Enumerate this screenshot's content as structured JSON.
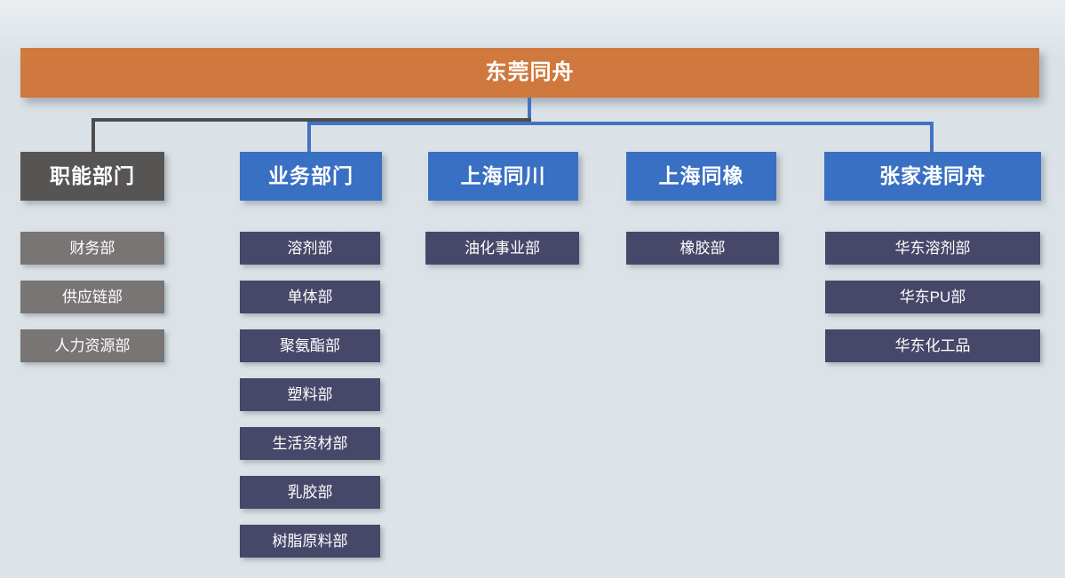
{
  "root": {
    "label": "东莞同舟"
  },
  "branches": [
    {
      "label": "职能部门",
      "theme": "gray",
      "children": [
        "财务部",
        "供应链部",
        "人力资源部"
      ]
    },
    {
      "label": "业务部门",
      "theme": "blue",
      "children": [
        "溶剂部",
        "单体部",
        "聚氨酯部",
        "塑料部",
        "生活资材部",
        "乳胶部",
        "树脂原料部"
      ]
    },
    {
      "label": "上海同川",
      "theme": "blue",
      "children": [
        "油化事业部"
      ]
    },
    {
      "label": "上海同橡",
      "theme": "blue",
      "children": [
        "橡胶部"
      ]
    },
    {
      "label": "张家港同舟",
      "theme": "blue",
      "children": [
        "华东溶剂部",
        "华东PU部",
        "华东化工品"
      ]
    }
  ],
  "colors": {
    "background": "#dce3e8",
    "banner_orange": "#d0793e",
    "header_blue": "#3a70c3",
    "header_gray": "#575454",
    "child_navy": "#474769",
    "child_gray": "#797575",
    "connector_blue": "#4472c4",
    "connector_gray": "#4d4d4d",
    "text": "#ffffff"
  }
}
